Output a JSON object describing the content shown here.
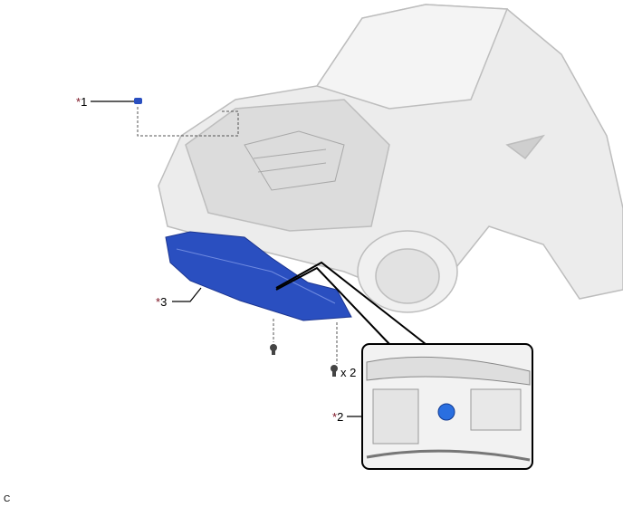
{
  "labels": {
    "part1": {
      "star": "*",
      "num": "1"
    },
    "part2": {
      "star": "*",
      "num": "2"
    },
    "part3": {
      "star": "*",
      "num": "3"
    },
    "quantity": "x 2",
    "figure_code": "C"
  },
  "colors": {
    "cover": "#2a4fc0",
    "car": "#e6e6e6",
    "outline": "#b8b8b8"
  }
}
